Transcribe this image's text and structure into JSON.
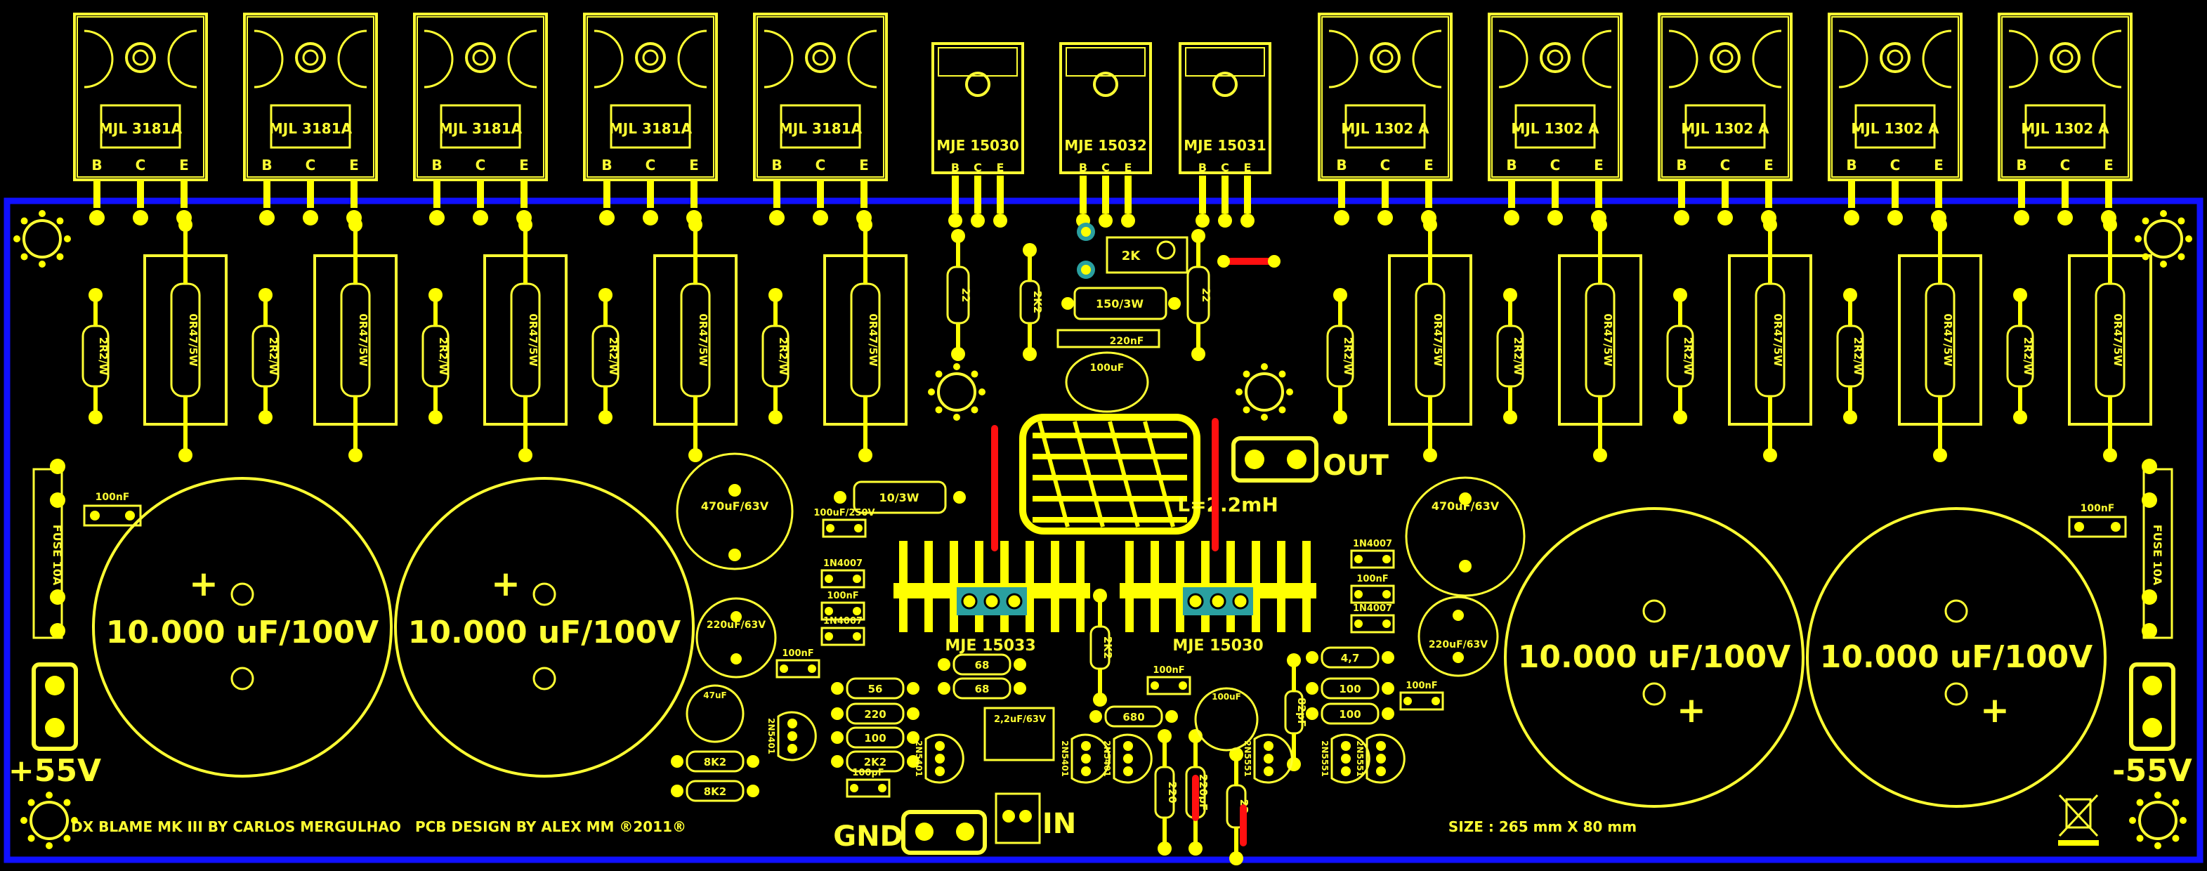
{
  "colors": {
    "background": "#000000",
    "silk": "#ffff33",
    "copper": "#ffff00",
    "outline": "#1010ff",
    "jumper": "#ff1010",
    "via": "#2aa0a0"
  },
  "board": {
    "title": "DX BLAME MK III  BY  CARLOS MERGULHAO",
    "designer": "PCB DESIGN BY ALEX MM ®2011®",
    "size": "SIZE : 265 mm X 80 mm",
    "recycle_icon": "crossed-out-bin-icon"
  },
  "terminals": {
    "pos": "+55V",
    "neg": "-55V",
    "out": "OUT",
    "in": "IN",
    "gnd": "GND"
  },
  "transistors_left": [
    {
      "name": "MJL 3181A",
      "pins": [
        "B",
        "C",
        "E"
      ]
    },
    {
      "name": "MJL 3181A",
      "pins": [
        "B",
        "C",
        "E"
      ]
    },
    {
      "name": "MJL 3181A",
      "pins": [
        "B",
        "C",
        "E"
      ]
    },
    {
      "name": "MJL 3181A",
      "pins": [
        "B",
        "C",
        "E"
      ]
    },
    {
      "name": "MJL 3181A",
      "pins": [
        "B",
        "C",
        "E"
      ]
    }
  ],
  "transistors_right": [
    {
      "name": "MJL 1302 A",
      "pins": [
        "B",
        "C",
        "E"
      ]
    },
    {
      "name": "MJL 1302 A",
      "pins": [
        "B",
        "C",
        "E"
      ]
    },
    {
      "name": "MJL 1302 A",
      "pins": [
        "B",
        "C",
        "E"
      ]
    },
    {
      "name": "MJL 1302 A",
      "pins": [
        "B",
        "C",
        "E"
      ]
    },
    {
      "name": "MJL 1302 A",
      "pins": [
        "B",
        "C",
        "E"
      ]
    }
  ],
  "drivers": [
    {
      "name": "MJE 15030",
      "pins": [
        "B",
        "C",
        "E"
      ]
    },
    {
      "name": "MJE 15032",
      "pins": [
        "B",
        "C",
        "E"
      ]
    },
    {
      "name": "MJE 15031",
      "pins": [
        "B",
        "C",
        "E"
      ]
    }
  ],
  "emitter_resistors": [
    "0R47/5W",
    "0R47/5W",
    "0R47/5W",
    "0R47/5W",
    "0R47/5W",
    "0R47/5W",
    "0R47/5W",
    "0R47/5W",
    "0R47/5W",
    "0R47/5W"
  ],
  "base_resistors": [
    "2R2/W",
    "2R2/W",
    "2R2/W",
    "2R2/W",
    "2R2/W",
    "2R2/W",
    "2R2/W",
    "2R2/W",
    "2R2/W",
    "2R2/W"
  ],
  "caps": {
    "main": "10.000 uF/100V",
    "c470": "470uF/63V",
    "c220": "220uF/63V",
    "c100n": "100nF",
    "c100u": "100uF",
    "c47": "47uF",
    "c22": "2,2uF/63V",
    "c100pf": "100pF",
    "c82": "82pF",
    "c220p": "220pF",
    "c100v": "100uF/250V"
  },
  "misc": {
    "fuse": "FUSE 10A",
    "inductor": "L=2.2mH",
    "trimmer": "2K",
    "r150": "150/3W",
    "r10": "10/3W",
    "d1": "1N4007",
    "r22": "22",
    "r2k2": "2K2",
    "r68": "68",
    "r56": "56",
    "r220": "220",
    "r100": "100",
    "r8k2": "8K2",
    "r680": "680",
    "r47": "4,7",
    "q1": "MJE 15033",
    "q2": "MJE 15030",
    "smallq": [
      "2N5401",
      "2N5401",
      "2N5401",
      "2N5551",
      "2N5551",
      "2N5551"
    ]
  }
}
